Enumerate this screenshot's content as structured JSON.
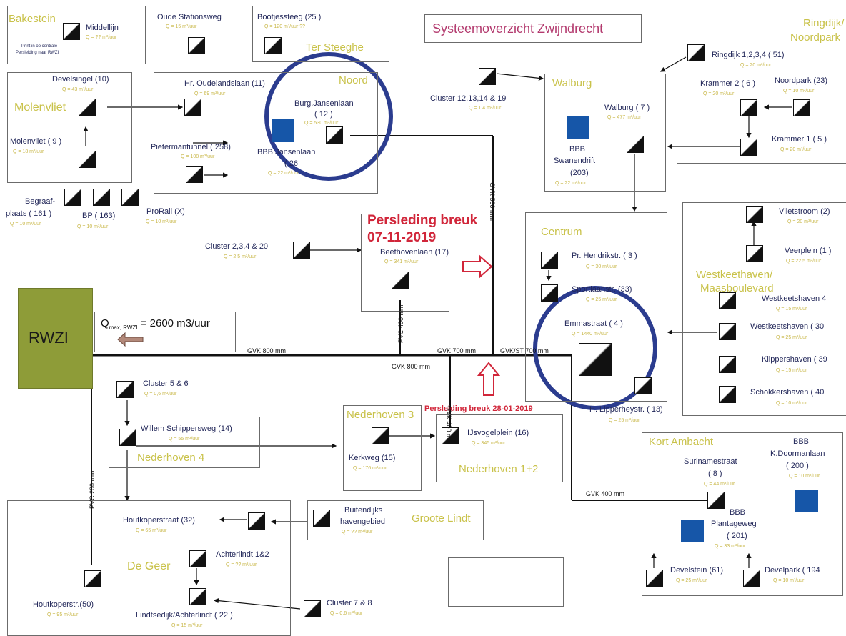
{
  "title": "Systeemoverzicht Zwijndrecht",
  "rwzi": {
    "label": "RWZI",
    "qmax_prefix": "Q",
    "qmax_sub": "max, RWZI",
    "qmax_value": "= 2600 m3/uur"
  },
  "areas": {
    "bakestein": "Bakestein",
    "ter_steeghe": "Ter Steeghe",
    "noord": "Noord",
    "molenvliet": "Molenvliet",
    "walburg": "Walburg",
    "ringdijk": "Ringdijk/",
    "noordpark": "Noordpark",
    "centrum": "Centrum",
    "westkeethaven1": "Westkeethaven/",
    "westkeethaven2": "Maasboulevard",
    "nederhoven3": "Nederhoven 3",
    "nederhoven4": "Nederhoven 4",
    "nederhoven12": "Nederhoven 1+2",
    "groote_lindt": "Groote Lindt",
    "de_geer": "De Geer",
    "kort_ambacht": "Kort Ambacht"
  },
  "stations": {
    "middellijn": {
      "name": "Middellijn",
      "q": "Q = ?? m³/uur"
    },
    "middellijn_note1": "Print in op centrale",
    "middellijn_note2": "Persleiding naar RWZI",
    "oude_stationsweg": {
      "name": "Oude Stationsweg",
      "q": "Q = 15 m³/uur"
    },
    "bootjessteeg": {
      "name": "Bootjessteeg (25 )",
      "q": "Q = 120 m³/uur ??"
    },
    "develsingel": {
      "name": "Develsingel (10)",
      "q": "Q = 43 m³/uur"
    },
    "oudelandslaan": {
      "name": "Hr. Oudelandslaan (11)",
      "q": "Q = 69 m³/uur"
    },
    "burg_jansenlaan": {
      "name": "Burg.Jansenlaan",
      "num": "( 12 )",
      "q": "Q = 530 m³/uur"
    },
    "molenvliet": {
      "name": "Molenvliet ( 9 )",
      "q": "Q = 18 m³/uur"
    },
    "pietermantunnel": {
      "name": "Pietermantunnel ( 258)",
      "q": "Q = 108 m³/uur"
    },
    "bbb_jansenlaan": {
      "name": "BBB Jansenlaan",
      "num": "( 26",
      "q": "Q = 22 m³/uur"
    },
    "begraafplaats": {
      "name1": "Begraaf-",
      "name2": "plaats ( 161 )",
      "q": "Q = 10 m³/uur"
    },
    "bp": {
      "name": "BP ( 163)",
      "q": "Q = 10 m³/uur"
    },
    "prorail": {
      "name": "ProRail (X)",
      "q": "Q = 10 m³/uur"
    },
    "cluster12": {
      "name": "Cluster 12,13,14 & 19",
      "q": "Q = 1,4 m³/uur"
    },
    "walburg": {
      "name": "Walburg ( 7 )",
      "q": "Q = 477 m³/uur"
    },
    "bbb_swanendrift": {
      "name1": "BBB",
      "name2": "Swanendrift",
      "num": "(203)",
      "q": "Q = 22 m³/uur"
    },
    "ringdijk": {
      "name": "Ringdijk 1,2,3,4 ( 51)",
      "q": "Q = 20 m³/uur"
    },
    "krammer2": {
      "name": "Krammer 2 ( 6 )",
      "q": "Q = 20 m³/uur"
    },
    "noordpark": {
      "name": "Noordpark (23)",
      "q": "Q = 10 m³/uur"
    },
    "krammer1": {
      "name": "Krammer 1 ( 5 )",
      "q": "Q = 20 m³/uur"
    },
    "cluster2": {
      "name": "Cluster 2,3,4 & 20",
      "q": "Q = 2,5 m³/uur"
    },
    "beethovenlaan": {
      "name": "Beethovenlaan (17)",
      "q": "Q = 341 m³/uur"
    },
    "hendrikstr": {
      "name": "Pr. Hendrikstr. ( 3 )",
      "q": "Q = 30 m³/uur"
    },
    "station33": {
      "name": "Sportlaanstr. (33)",
      "q": "Q = 25 m³/uur"
    },
    "emmastraat": {
      "name": "Emmastraat ( 4 )",
      "q": "Q = 1440 m³/uur"
    },
    "lipperheystr": {
      "name": "H. Lipperheystr. ( 13)",
      "q": "Q = 25 m³/uur"
    },
    "vlietstroom": {
      "name": "Vlietstroom (2)",
      "q": "Q = 20 m³/uur"
    },
    "veerplein": {
      "name": "Veerplein (1 )",
      "q": "Q = 22,5 m³/uur"
    },
    "westkeetshaven4": {
      "name": "Westkeetshaven 4",
      "q": "Q = 15 m³/uur"
    },
    "westkeetshaven30": {
      "name": "Westkeetshaven ( 30",
      "q": "Q = 25 m³/uur"
    },
    "klippershaven": {
      "name": "Klippershaven ( 39",
      "q": "Q = 15 m³/uur"
    },
    "schokkershaven": {
      "name": "Schokkershaven ( 40",
      "q": "Q = 10 m³/uur"
    },
    "cluster56": {
      "name": "Cluster 5 & 6",
      "q": "Q = 0,6 m³/uur"
    },
    "schippersweg": {
      "name": "Willem Schippersweg (14)",
      "q": "Q = 55 m³/uur"
    },
    "kerkweg": {
      "name": "Kerkweg (15)",
      "q": "Q = 176 m³/uur"
    },
    "ijsvogelplein": {
      "name": "IJsvogelplein (16)",
      "q": "Q = 345 m³/uur"
    },
    "houtkoperstraat": {
      "name": "Houtkoperstraat (32)",
      "q": "Q = 65 m³/uur"
    },
    "buitendijks": {
      "name1": "Buitendijks",
      "name2": "havengebied",
      "q": "Q = ?? m³/uur"
    },
    "achterlindt": {
      "name": "Achterlindt 1&2",
      "q": "Q = ?? m³/uur"
    },
    "houtkoperstr50": {
      "name": "Houtkoperstr.(50)",
      "q": "Q = 95 m³/uur"
    },
    "lindtsedijk": {
      "name": "Lindtsedijk/Achterlindt ( 22 )",
      "q": "Q = 15 m³/uur"
    },
    "cluster78": {
      "name": "Cluster 7 & 8",
      "q": "Q = 0,6 m³/uur"
    },
    "surinamestraat": {
      "name1": "Surinamestraat",
      "num": "( 8 )",
      "q": "Q = 44 m³/uur"
    },
    "bbb_doormanlaan": {
      "name1": "BBB",
      "name2": "K.Doormanlaan",
      "num": "( 200 )",
      "q": "Q = 10 m³/uur"
    },
    "bbb_plantageweg": {
      "name1": "BBB",
      "name2": "Plantageweg",
      "num": "( 201)",
      "q": "Q = 33 m³/uur"
    },
    "develstein": {
      "name": "Develstein (61)",
      "q": "Q = 25 m³/uur"
    },
    "develpark": {
      "name": "Develpark ( 194",
      "q": "Q = 10 m³/uur"
    }
  },
  "pipes": {
    "gvk800a": "GVK 800 mm",
    "gvk800b": "GVK 800 mm",
    "gvk700": "GVK 700 mm",
    "gvk_st700": "GVK/ST 700 mm",
    "gvk400a": "GVK 400 mm",
    "gvk400b": "GVK 400 mm",
    "pvc400": "PVC 400 mm",
    "pvc200": "PVC 200 mm",
    "gvk500": "GVK 500 mm"
  },
  "breaks": {
    "break1_line1": "Persleding breuk",
    "break1_line2": "07-11-2019",
    "break2": "Persleiding breuk 28-01-2019"
  },
  "colors": {
    "accent_red": "#d1263a",
    "circle_blue": "#2b3c8f",
    "pump_blue": "#1656a8",
    "area_yellow": "#c9c24a",
    "rwzi_green": "#8e9c38"
  }
}
